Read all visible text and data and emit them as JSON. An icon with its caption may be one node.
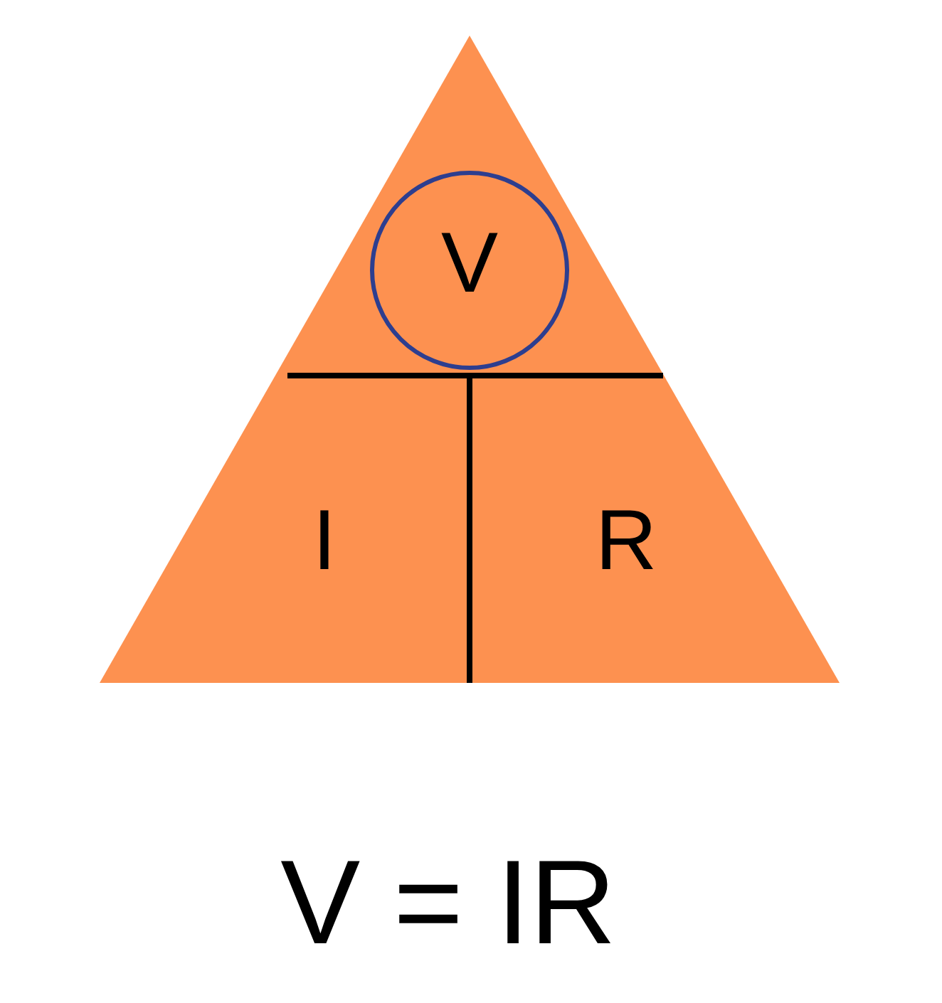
{
  "diagram": {
    "nodes": [
      {
        "text": [
          "I",
          "R"
        ]
      },
      {
        "text": [
          "V"
        ],
        "in": 0
      }
    ],
    "labels": [
      "V = IR"
    ]
  }
}
